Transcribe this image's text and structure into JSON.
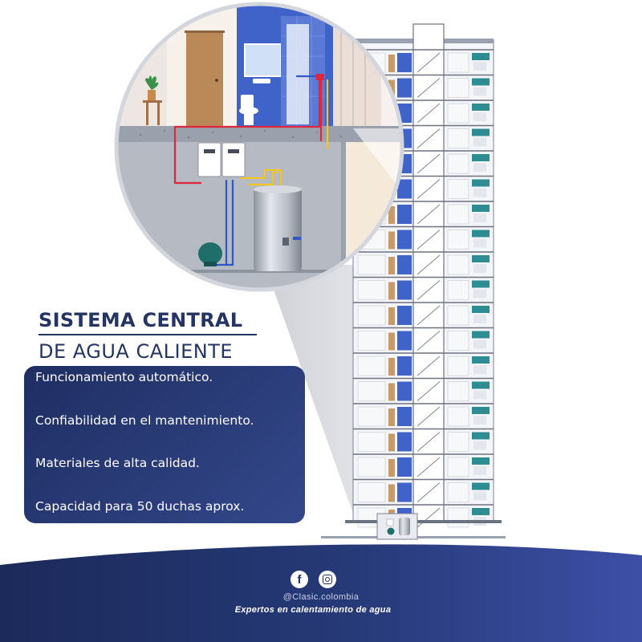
{
  "headline": {
    "line1": "SISTEMA CENTRAL",
    "line2": "DE AGUA CALIENTE"
  },
  "features": [
    "Funcionamiento automático.",
    "Confiabilidad en el mantenimiento.",
    "Materiales de alta calidad.",
    "Capacidad para 50 duchas aprox."
  ],
  "footer": {
    "social_icons": [
      "facebook-icon",
      "instagram-icon"
    ],
    "handle": "@Clasic.colombia",
    "tagline": "Expertos en calentamiento de agua"
  },
  "colors": {
    "navy": "#243463",
    "card_start": "#1f2e63",
    "card_end": "#33478a",
    "building_glass": "#3f63c9",
    "pipe_hot": "#e0263a",
    "pipe_cold": "#2f57c7",
    "pipe_gas": "#f2c524",
    "tank": "#b9bec7",
    "expansion_tank": "#1f6e6a"
  }
}
